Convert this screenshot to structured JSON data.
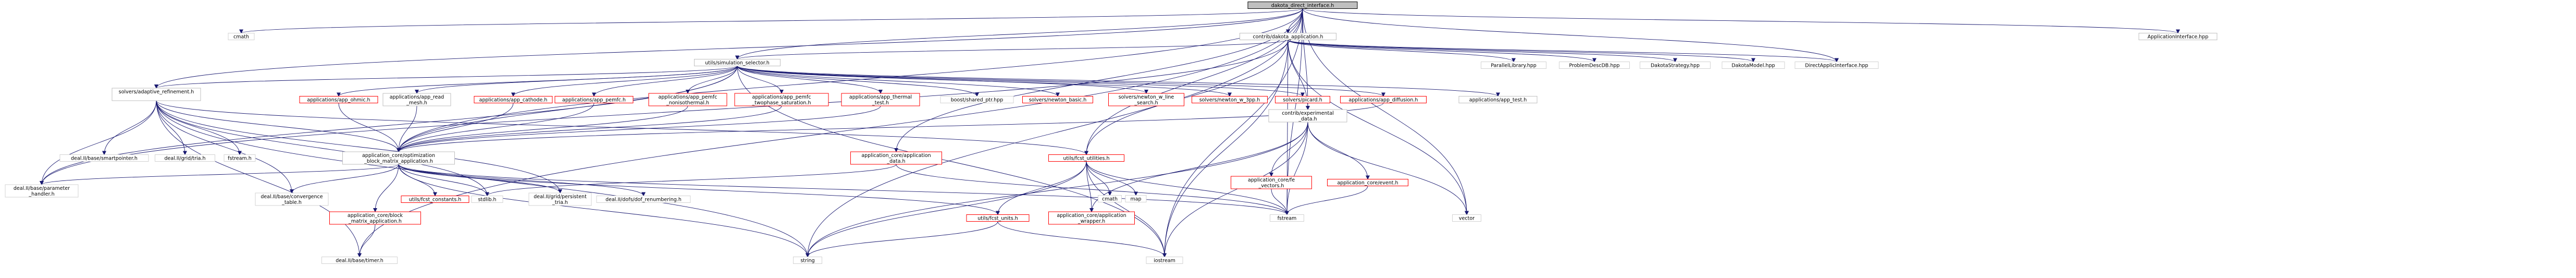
{
  "diagram": {
    "root": "dakota_direct_interface.h",
    "nodes": {
      "root": "dakota_direct_interface.h",
      "cmath": "cmath",
      "application_interface": "ApplicationInterface.hpp",
      "contrib_dakota_application": "contrib/dakota_application.h",
      "string": "string",
      "deal_timer": "deal.II/base/timer.h",
      "solvers_adaptive": [
        "solvers/adaptive_refinement.h"
      ],
      "simulation_selector": "utils/simulation_selector.h",
      "app_ohmic": "applications/app_ohmic.h",
      "app_read_mesh": [
        "applications/app_read",
        "_mesh.h"
      ],
      "app_cathode": "applications/app_cathode.h",
      "app_pemfc": "applications/app_pemfc.h",
      "app_pemfc_nonisothermal": [
        "applications/app_pemfc",
        "_nonisothermal.h"
      ],
      "app_pemfc_twophase": [
        "applications/app_pemfc",
        "_twophase_saturation.h"
      ],
      "app_thermal_test": [
        "applications/app_thermal",
        "_test.h"
      ],
      "boost_shared_ptr": "boost/shared_ptr.hpp",
      "newton_basic": "solvers/newton_basic.h",
      "newton_line_search": [
        "solvers/newton_w_line",
        "_search.h"
      ],
      "newton_3pp": "solvers/newton_w_3pp.h",
      "picard": "solvers/picard.h",
      "app_diffusion": "applications/app_diffusion.h",
      "app_test": "applications/app_test.h",
      "parallel_library": "ParallelLibrary.hpp",
      "problem_desc_db": "ProblemDescDB.hpp",
      "dakota_strategy": "DakotaStrategy.hpp",
      "dakota_model": "DakotaModel.hpp",
      "direct_appl_interface": "DirectApplicInterface.hpp",
      "experimental_data": [
        "contrib/experimental",
        "_data.h"
      ],
      "smartpointer": "deal.II/base/smartpointer.h",
      "grid_tria": "deal.II/grid/tria.h",
      "fstream_h": "fstream.h",
      "optimization_block": [
        "application_core/optimization",
        "_block_matrix_application.h"
      ],
      "parameter_handler": [
        "deal.II/base/parameter",
        "_handler.h"
      ],
      "convergence_table": [
        "deal.II/base/convergence",
        "_table.h"
      ],
      "block_matrix_app": [
        "application_core/block",
        "_matrix_application.h"
      ],
      "fcst_constants": "utils/fcst_constants.h",
      "stdlib": "stdlib.h",
      "persistent_tria": [
        "deal.II/grid/persistent",
        "_tria.h"
      ],
      "dof_renumbering": "deal.II/dofs/dof_renumbering.h",
      "application_data": [
        "application_core/application",
        "_data.h"
      ],
      "fcst_utilities": "utils/fcst_utilities.h",
      "fcst_units": "utils/fcst_units.h",
      "application_wrapper": [
        "application_core/application",
        "_wrapper.h"
      ],
      "cmath_small": "cmath",
      "map": "map",
      "fe_vectors": [
        "application_core/fe",
        "_vectors.h"
      ],
      "event": "application_core/event.h",
      "fstream": "fstream",
      "vector": "vector",
      "iostream": "iostream"
    }
  }
}
